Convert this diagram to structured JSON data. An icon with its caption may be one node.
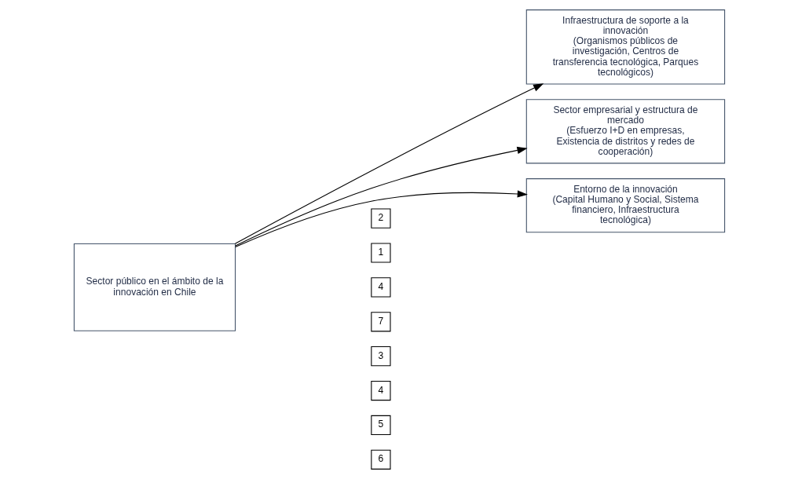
{
  "diagram": {
    "nodes": [
      {
        "text": [
          "Sector público en el ámbito de la innovación en Chile"
        ]
      },
      {
        "text": [
          "Infraestructura de soporte a la innovación",
          "(Organismos públicos de investigación, Centros de transferencia tecnológica, Parques tecnológicos)"
        ]
      },
      {
        "text": [
          "Sector empresarial y estructura de mercado",
          "(Esfuerzo I+D en empresas, Existencia de distritos y redes de cooperación)"
        ]
      },
      {
        "text": [
          "Entorno de la innovación",
          "(Capital Humano y Social, Sistema financiero, Infraestructura tecnológica)"
        ]
      },
      {
        "text": [
          "2"
        ]
      },
      {
        "text": [
          "1"
        ]
      },
      {
        "text": [
          "4"
        ]
      },
      {
        "text": [
          "7"
        ]
      },
      {
        "text": [
          "3"
        ]
      },
      {
        "text": [
          "4"
        ]
      },
      {
        "text": [
          "5"
        ]
      },
      {
        "text": [
          "6"
        ]
      }
    ],
    "edges": [
      {
        "from": 0,
        "to": 1,
        "arrow": "to"
      },
      {
        "from": 0,
        "to": 2,
        "arrow": "to"
      },
      {
        "from": 0,
        "to": 3,
        "arrow": "to"
      }
    ]
  }
}
